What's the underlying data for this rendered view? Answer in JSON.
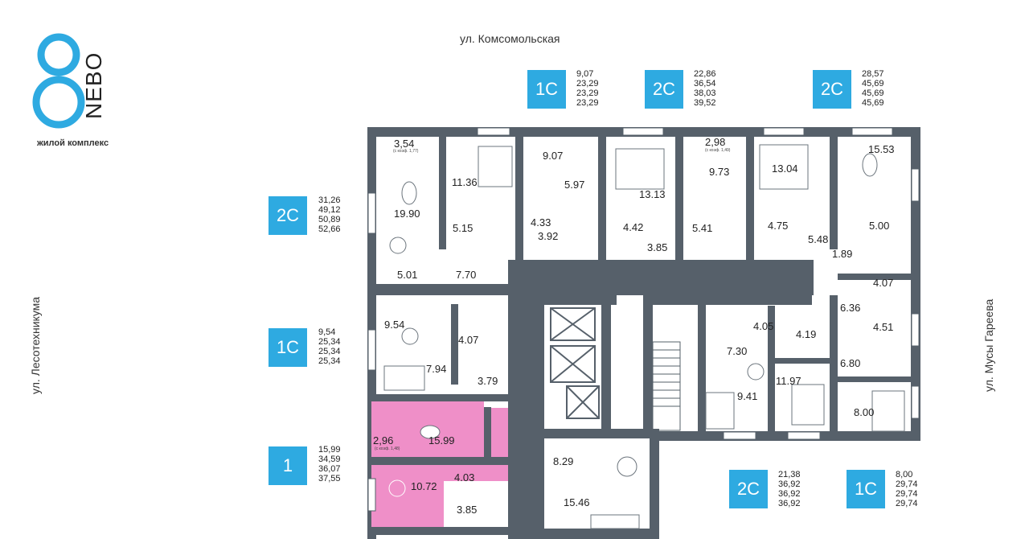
{
  "logo": {
    "word": "NEBO",
    "subtitle": "жилой комплекс"
  },
  "streets": {
    "top": "ул. Комсомольская",
    "left": "ул. Лесотехникума",
    "right": "ул. Мусы Гареева"
  },
  "apartments": [
    {
      "type": "1С",
      "areas": [
        "9,07",
        "23,29",
        "23,29",
        "23,29"
      ]
    },
    {
      "type": "2С",
      "areas": [
        "22,86",
        "36,54",
        "38,03",
        "39,52"
      ]
    },
    {
      "type": "2С",
      "areas": [
        "28,57",
        "45,69",
        "45,69",
        "45,69"
      ]
    },
    {
      "type": "2С",
      "areas": [
        "31,26",
        "49,12",
        "50,89",
        "52,66"
      ]
    },
    {
      "type": "1С",
      "areas": [
        "9,54",
        "25,34",
        "25,34",
        "25,34"
      ]
    },
    {
      "type": "1",
      "areas": [
        "15,99",
        "34,59",
        "36,07",
        "37,55"
      ]
    },
    {
      "type": "2С",
      "areas": [
        "21,38",
        "36,92",
        "36,92",
        "36,92"
      ]
    },
    {
      "type": "1С",
      "areas": [
        "8,00",
        "29,74",
        "29,74",
        "29,74"
      ]
    }
  ],
  "rooms": {
    "r354": "3,54",
    "r354n": "(с коэф. 1,77)",
    "r1990": "19.90",
    "r501": "5.01",
    "r1136": "11.36",
    "r515": "5.15",
    "r770": "7.70",
    "r907": "9.07",
    "r597": "5.97",
    "r433": "4.33",
    "r392": "3.92",
    "r1313": "13.13",
    "r442": "4.42",
    "r385a": "3.85",
    "r298": "2,98",
    "r298n": "(с коэф. 1,49)",
    "r973": "9.73",
    "r541": "5.41",
    "r1304": "13.04",
    "r475": "4.75",
    "r548": "5.48",
    "r1553": "15.53",
    "r500": "5.00",
    "r189": "1.89",
    "r407a": "4.07",
    "r636": "6.36",
    "r451": "4.51",
    "r954": "9.54",
    "r407b": "4.07",
    "r794": "7.94",
    "r379": "3.79",
    "r405": "4.05",
    "r419": "4.19",
    "r730": "7.30",
    "r1197": "11.97",
    "r680": "6.80",
    "r941": "9.41",
    "r800": "8.00",
    "r296": "2,96",
    "r296n": "(с коэф. 1,48)",
    "r1599": "15.99",
    "r1072": "10.72",
    "r403": "4.03",
    "r385b": "3.85",
    "r829": "8.29",
    "r1546": "15.46"
  },
  "colors": {
    "accent": "#2eaae1",
    "highlight": "#ef8fc8",
    "wall": "#56606a"
  }
}
